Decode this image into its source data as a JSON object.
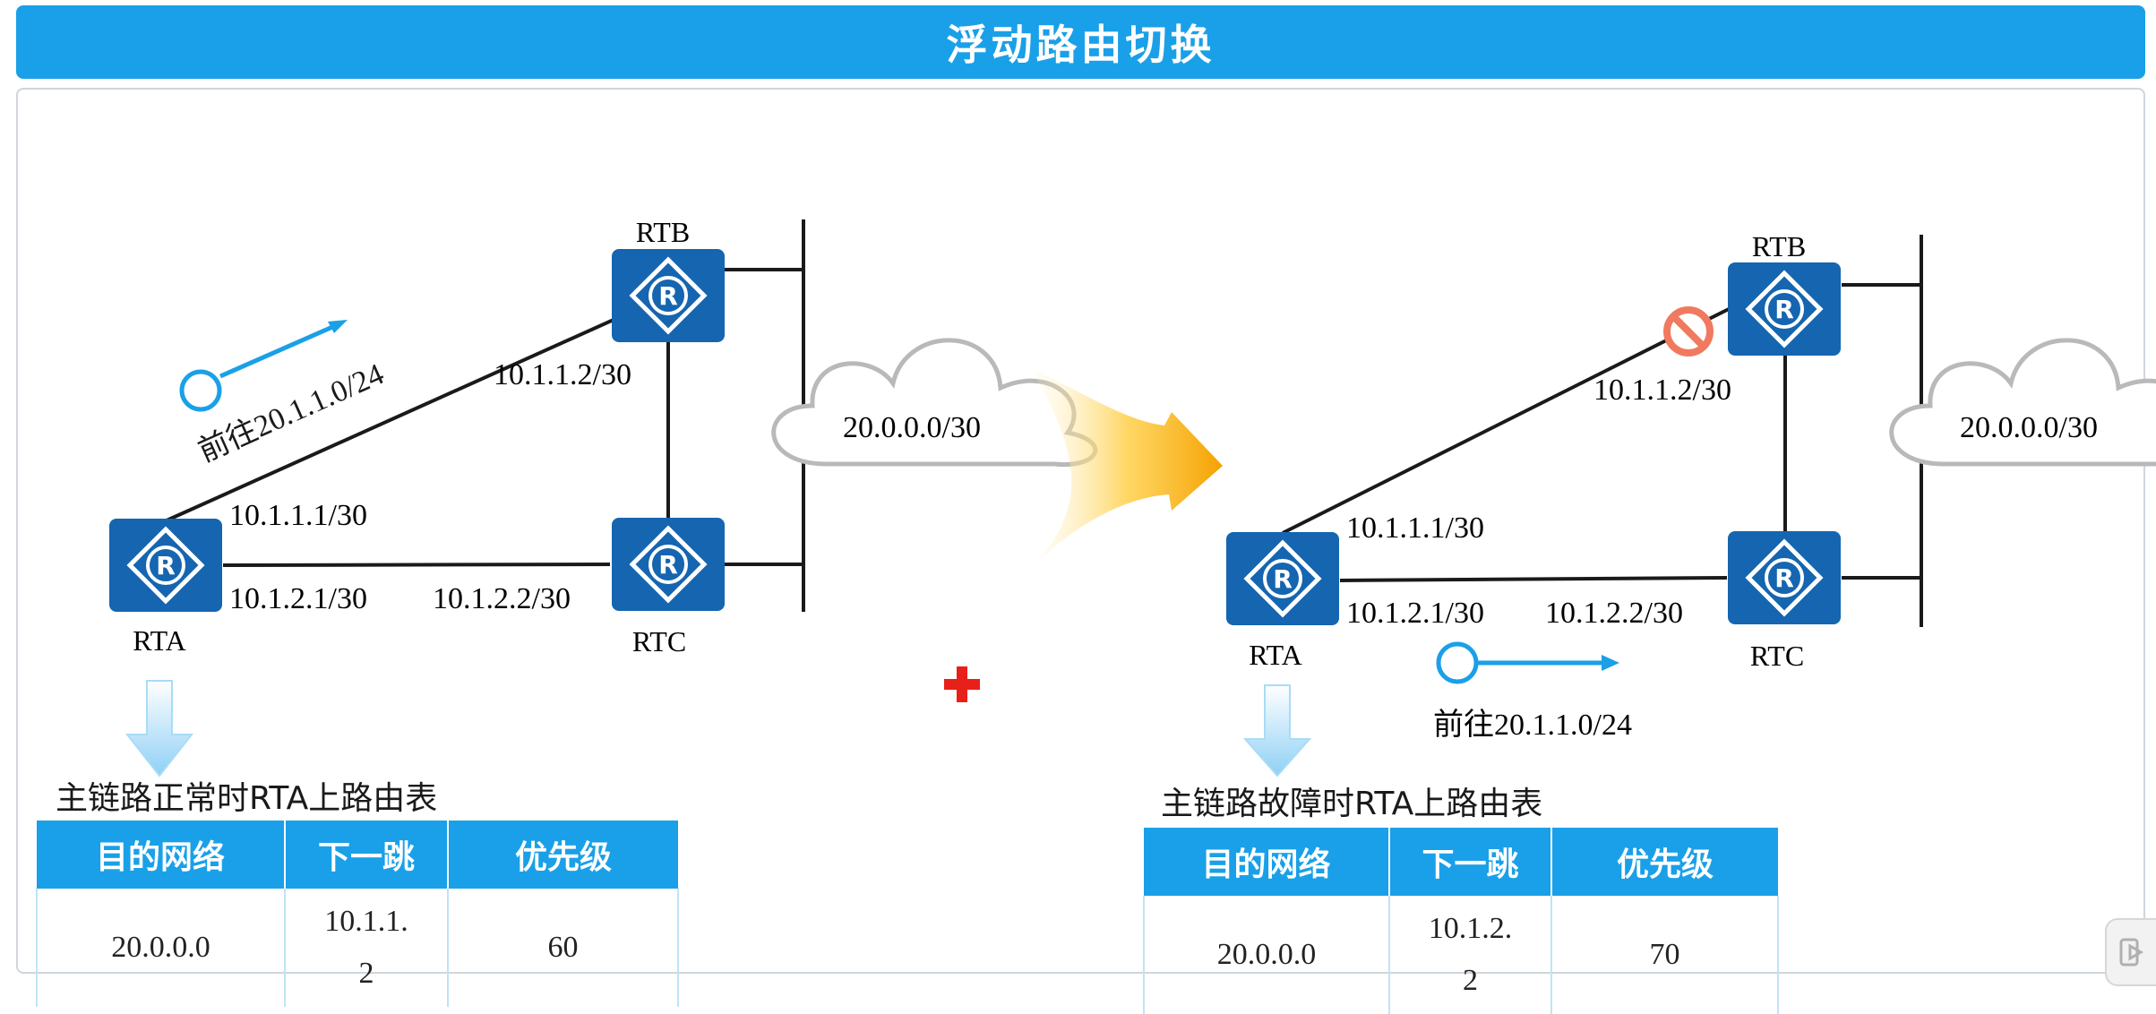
{
  "title": "浮动路由切换",
  "left": {
    "routers": {
      "rta": "RTA",
      "rtb": "RTB",
      "rtc": "RTC"
    },
    "cloud": "20.0.0.0/30",
    "ips": {
      "rta_rtb": "10.1.1.1/30",
      "rtb_rta": "10.1.1.2/30",
      "rta_rtc": "10.1.2.1/30",
      "rtc_rta": "10.1.2.2/30"
    },
    "path_label": "前往20.1.1.0/24",
    "caption": "主链路正常时RTA上路由表",
    "table": {
      "headers": [
        "目的网络",
        "下一跳",
        "优先级"
      ],
      "row": [
        "20.0.0.0",
        "10.1.1.2",
        "60"
      ]
    }
  },
  "right": {
    "routers": {
      "rta": "RTA",
      "rtb": "RTB",
      "rtc": "RTC"
    },
    "cloud": "20.0.0.0/30",
    "ips": {
      "rta_rtb": "10.1.1.1/30",
      "rtb_rta": "10.1.1.2/30",
      "rta_rtc": "10.1.2.1/30",
      "rtc_rta": "10.1.2.2/30"
    },
    "path_label": "前往20.1.1.0/24",
    "caption": "主链路故障时RTA上路由表",
    "table": {
      "headers": [
        "目的网络",
        "下一跳",
        "优先级"
      ],
      "row": [
        "20.0.0.0",
        "10.1.2.2",
        "70"
      ]
    }
  },
  "icons": {
    "router": "router-icon",
    "cloud": "cloud-icon",
    "link_down": "prohibited-icon",
    "transition_arrow": "arrow-right-icon",
    "cursor": "red-cross-icon",
    "play": "play-icon"
  },
  "colors": {
    "title_bg": "#1aa0e8",
    "router_blue": "#1565b0",
    "table_header": "#1aa0e8",
    "path_arrow": "#1aa0e8",
    "transition_arrow": "#f5a800",
    "prohibited": "#f07a60",
    "cursor": "#e8201a"
  }
}
